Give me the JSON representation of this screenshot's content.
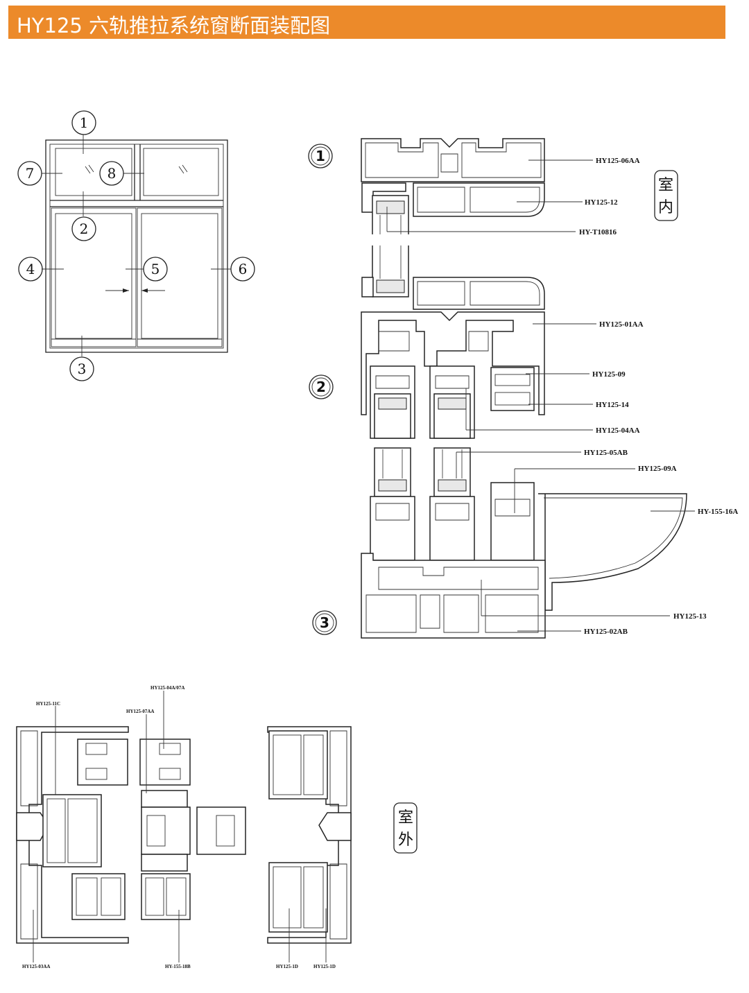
{
  "header": {
    "title": "HY125 六轨推拉系统窗断面装配图"
  },
  "elevation": {
    "callouts": [
      "1",
      "2",
      "3",
      "4",
      "5",
      "6",
      "7",
      "8"
    ]
  },
  "section": {
    "markers": [
      "1",
      "2",
      "3"
    ],
    "indoor_label": [
      "室",
      "内"
    ],
    "parts": [
      "HY125-06AA",
      "HY125-12",
      "HY-T10816",
      "HY125-01AA",
      "HY125-09",
      "HY125-14",
      "HY125-04AA",
      "HY125-05AB",
      "HY125-09A",
      "HY-155-16A",
      "HY125-13",
      "HY125-02AB"
    ]
  },
  "plan": {
    "outdoor_label": [
      "室",
      "外"
    ],
    "parts": [
      "HY125-11C",
      "HY125-04A/07A",
      "HY125-07AA",
      "HY125-03AA",
      "HY-155-18B",
      "HY125-1D",
      "HY125-1D"
    ]
  }
}
